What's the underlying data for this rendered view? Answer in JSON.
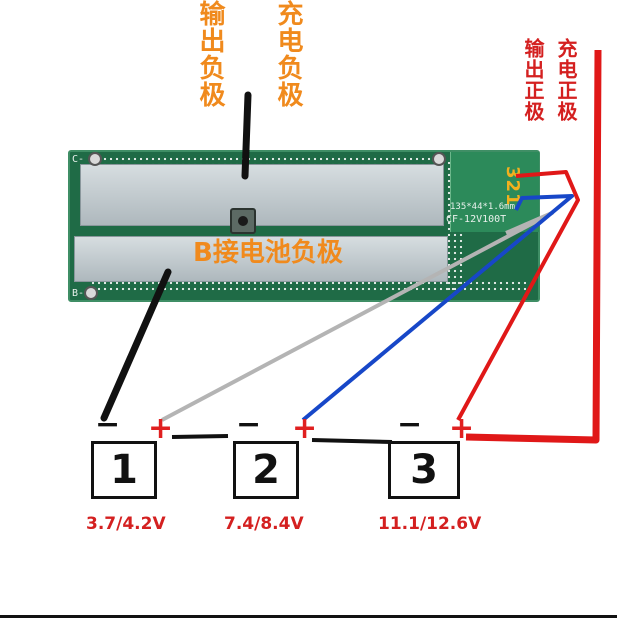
{
  "labels": {
    "output_negative": "输出负极",
    "charge_negative": "充电负极",
    "output_positive": "输出正极",
    "charge_positive": "充电正极",
    "b_to_battery_negative": "B接电池负极"
  },
  "pcb": {
    "silk_size": "135*44*1.6mm",
    "silk_model": "CF-12V100T",
    "silk_c": "C-",
    "silk_b": "B-",
    "connector_digits": "321"
  },
  "cells": [
    {
      "number": "1",
      "minus": "−",
      "plus": "+",
      "voltage": "3.7/4.2V"
    },
    {
      "number": "2",
      "minus": "−",
      "plus": "+",
      "voltage": "7.4/8.4V"
    },
    {
      "number": "3",
      "minus": "−",
      "plus": "+",
      "voltage": "11.1/12.6V"
    }
  ],
  "colors": {
    "orange_label": "#f08a1d",
    "red_label": "#d42020",
    "wire_black": "#111111",
    "wire_gray": "#b4b4b4",
    "wire_blue": "#1747c8",
    "wire_red": "#e01818",
    "pcb_green": "#1f6b46"
  }
}
